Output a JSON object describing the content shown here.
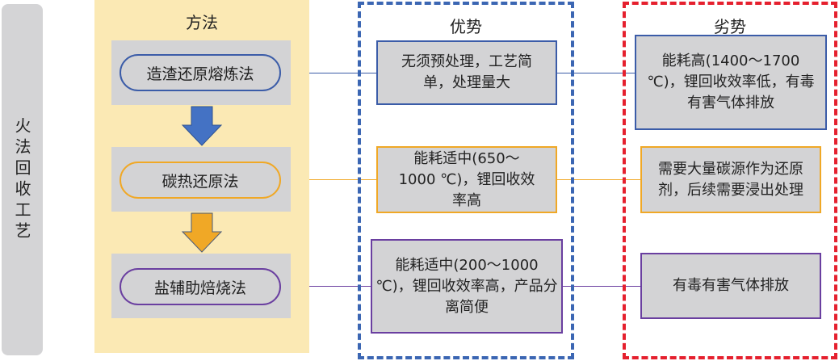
{
  "sidebar": {
    "label": "火法回收工艺"
  },
  "columns": {
    "methods_title": "方法",
    "advantages_title": "优势",
    "disadvantages_title": "劣势"
  },
  "colors": {
    "blue": "#3b5ca8",
    "orange": "#f0a826",
    "purple": "#6a3fa0",
    "red": "#e5202e",
    "method_panel": "#fbe9b4",
    "box_fill": "#d3d3d5",
    "sidebar": "#d4d4d6"
  },
  "rows": [
    {
      "method": "造渣还原熔炼法",
      "advantage": "无须预处理，工艺简单，处理量大",
      "disadvantage": "能耗高(1400～1700 ℃)，锂回收效率低，有毒有害气体排放",
      "color": "blue"
    },
    {
      "method": "碳热还原法",
      "advantage": "能耗适中(650～1000 ℃)，锂回收效率高",
      "disadvantage": "需要大量碳源作为还原剂，后续需要浸出处理",
      "color": "orange"
    },
    {
      "method": "盐辅助焙烧法",
      "advantage": "能耗适中(200～1000 ℃)，锂回收效率高，产品分离简便",
      "disadvantage": "有毒有害气体排放",
      "color": "purple"
    }
  ],
  "arrows": [
    {
      "name": "arrow-down-blue",
      "color": "blue"
    },
    {
      "name": "arrow-down-orange",
      "color": "orange"
    }
  ]
}
